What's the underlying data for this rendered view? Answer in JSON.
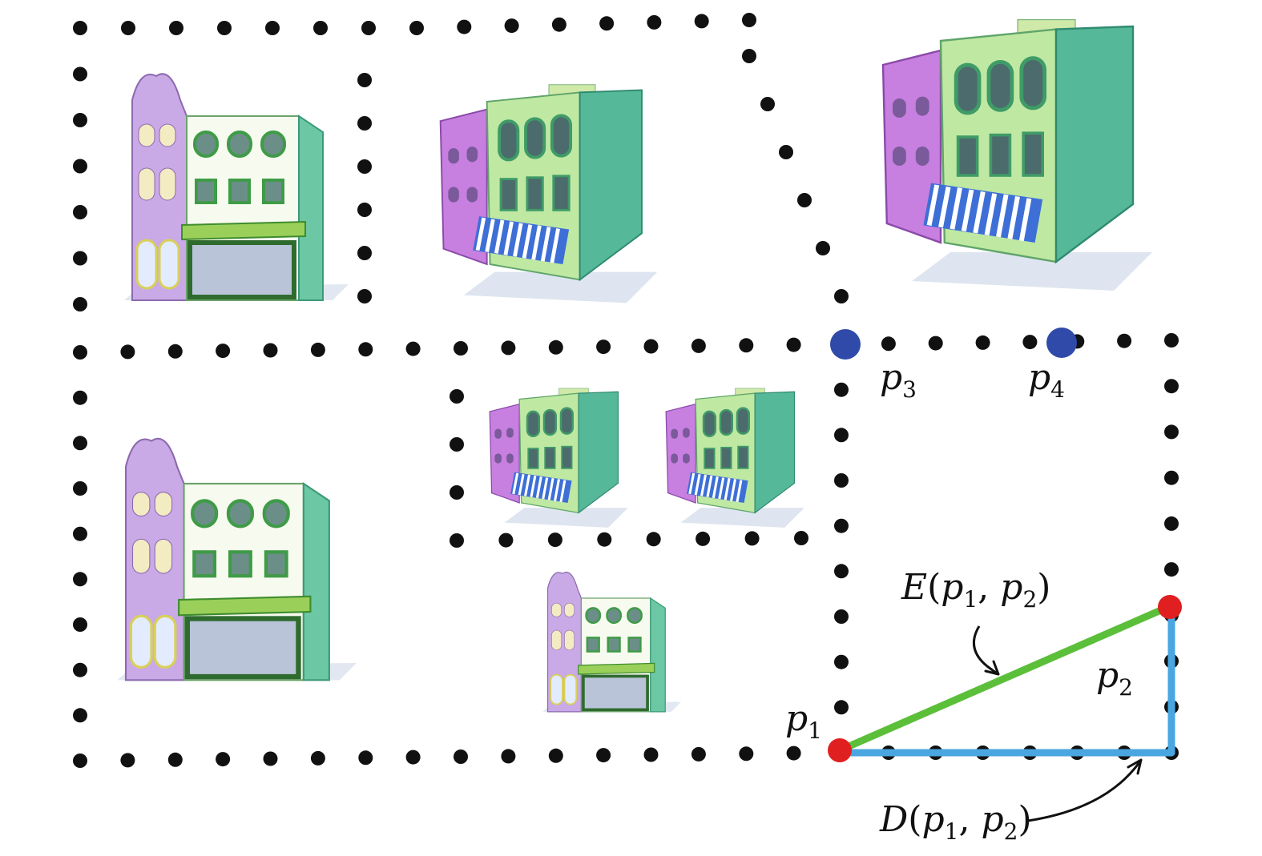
{
  "labels": {
    "p1": {
      "base": "p",
      "sub": "1"
    },
    "p2": {
      "base": "p",
      "sub": "2"
    },
    "p3": {
      "base": "p",
      "sub": "3"
    },
    "p4": {
      "base": "p",
      "sub": "4"
    },
    "euclid": {
      "fn": "E",
      "open": "(",
      "a": "p",
      "a_sub": "1",
      "sep": ", ",
      "b": "p",
      "b_sub": "2",
      "close": ")"
    },
    "manhattan": {
      "fn": "D",
      "open": "(",
      "a": "p",
      "a_sub": "1",
      "sep": ", ",
      "b": "p",
      "b_sub": "2",
      "close": ")"
    }
  },
  "colors": {
    "dots": "#111111",
    "key_point": "#e02020",
    "reference_point": "#2f4aa8",
    "euclidean_line": "#5bbf3a",
    "manhattan_line": "#4aa6e0",
    "arrow": "#111111"
  },
  "icons": [
    "building-icon"
  ]
}
